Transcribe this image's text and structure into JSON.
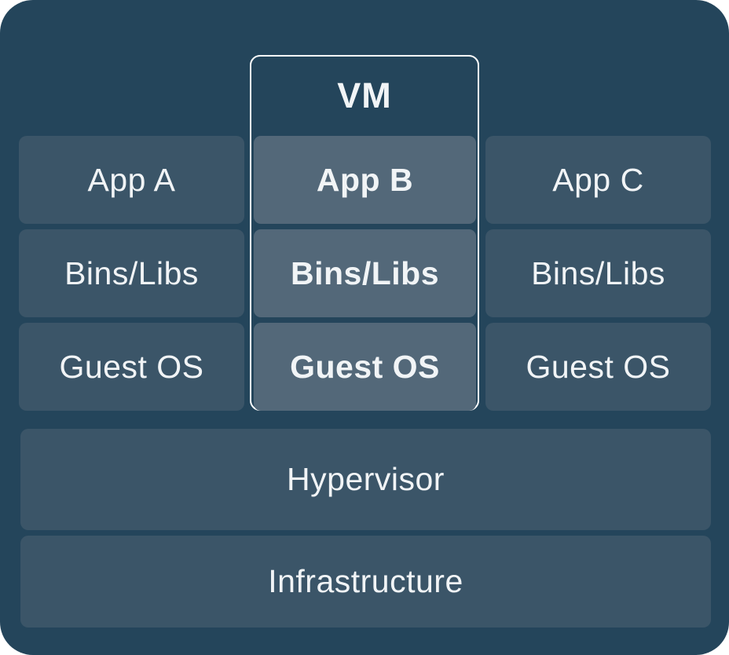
{
  "diagram": {
    "vm_label": "VM",
    "columns": {
      "left": {
        "app": "App A",
        "bins": "Bins/Libs",
        "os": "Guest OS"
      },
      "vm": {
        "app": "App B",
        "bins": "Bins/Libs",
        "os": "Guest OS"
      },
      "right": {
        "app": "App C",
        "bins": "Bins/Libs",
        "os": "Guest OS"
      }
    },
    "hypervisor": "Hypervisor",
    "infrastructure": "Infrastructure",
    "colors": {
      "background": "#24455b",
      "layer_box": "#3b5568",
      "vm_layer_box": "#536879",
      "vm_border": "#ffffff",
      "text": "#f1f4f6"
    }
  }
}
